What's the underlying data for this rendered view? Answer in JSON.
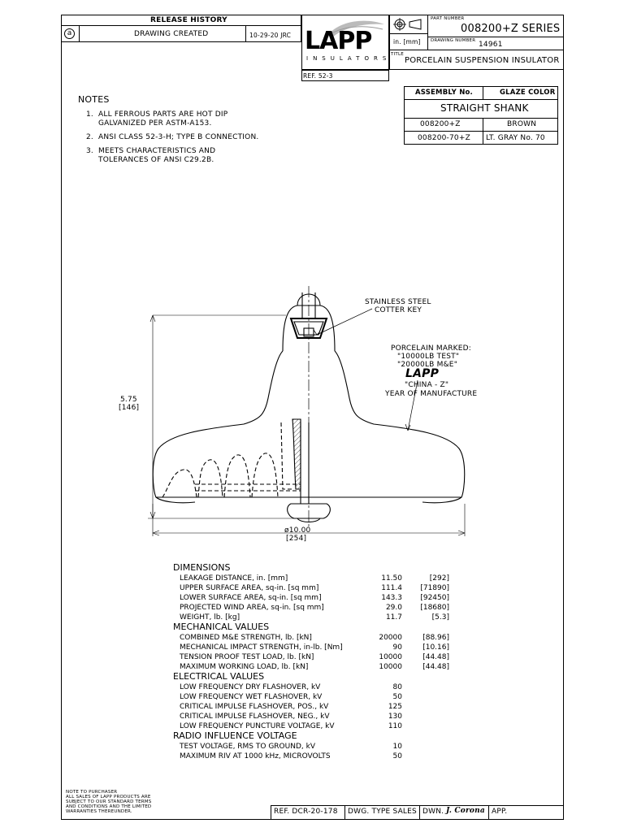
{
  "release_history": {
    "title": "RELEASE HISTORY",
    "rev": "a",
    "description": "DRAWING CREATED",
    "date_by": "10-29-20 JRC"
  },
  "logo": {
    "name": "LAPP",
    "sub": "INSULATORS"
  },
  "ref_block": "52-3",
  "title_block": {
    "part_number_label": "PART NUMBER",
    "part_number": "008200+Z SERIES",
    "units": "in. [mm]",
    "drawing_number_label": "DRAWING NUMBER",
    "drawing_number": "14961",
    "title_label": "TITLE",
    "title": "PORCELAIN SUSPENSION INSULATOR"
  },
  "notes": {
    "heading": "NOTES",
    "items": [
      {
        "num": "1.",
        "lines": [
          "ALL FERROUS PARTS ARE HOT DIP",
          "GALVANIZED PER ASTM-A153."
        ]
      },
      {
        "num": "2.",
        "lines": [
          "ANSI CLASS 52-3-H; TYPE B CONNECTION."
        ]
      },
      {
        "num": "3.",
        "lines": [
          "MEETS CHARACTERISTICS AND",
          "TOLERANCES OF ANSI C29.2B."
        ]
      }
    ]
  },
  "assembly_table": {
    "col1": "ASSEMBLY No.",
    "col2": "GLAZE COLOR",
    "subheading": "STRAIGHT SHANK",
    "rows": [
      {
        "assembly": "008200+Z",
        "glaze": "BROWN"
      },
      {
        "assembly": "008200-70+Z",
        "glaze": "LT. GRAY No. 70"
      }
    ]
  },
  "drawing": {
    "callout_key": [
      "STAINLESS STEEL",
      "COTTER KEY"
    ],
    "callout_marking": [
      "PORCELAIN MARKED:",
      "\"10000LB TEST\"",
      "\"20000LB M&E\""
    ],
    "marking_logo": "LAPP",
    "callout_marking2": [
      "\"CHINA - Z\"",
      "YEAR OF MANUFACTURE"
    ],
    "height_dim": [
      "5.75",
      "[146]"
    ],
    "diameter_dim": [
      "ø10.00",
      "[254]"
    ]
  },
  "specs": [
    {
      "heading": "DIMENSIONS",
      "rows": [
        {
          "label": "LEAKAGE DISTANCE, in. [mm]",
          "v1": "11.50",
          "v2": "[292]"
        },
        {
          "label": "UPPER SURFACE AREA, sq-in. [sq mm]",
          "v1": "111.4",
          "v2": "[71890]"
        },
        {
          "label": "LOWER SURFACE AREA, sq-in. [sq mm]",
          "v1": "143.3",
          "v2": "[92450]"
        },
        {
          "label": "PROJECTED WIND AREA, sq-in. [sq mm]",
          "v1": "29.0",
          "v2": "[18680]"
        },
        {
          "label": "WEIGHT, lb. [kg]",
          "v1": "11.7",
          "v2": "[5.3]"
        }
      ]
    },
    {
      "heading": "MECHANICAL VALUES",
      "rows": [
        {
          "label": "COMBINED M&E STRENGTH, lb. [kN]",
          "v1": "20000",
          "v2": "[88.96]"
        },
        {
          "label": "MECHANICAL IMPACT STRENGTH, in-lb. [Nm]",
          "v1": "90",
          "v2": "[10.16]"
        },
        {
          "label": "TENSION PROOF TEST LOAD, lb. [kN]",
          "v1": "10000",
          "v2": "[44.48]"
        },
        {
          "label": "MAXIMUM WORKING LOAD, lb. [kN]",
          "v1": "10000",
          "v2": "[44.48]"
        }
      ]
    },
    {
      "heading": "ELECTRICAL VALUES",
      "rows": [
        {
          "label": "LOW FREQUENCY DRY FLASHOVER, kV",
          "v1": "80",
          "v2": ""
        },
        {
          "label": "LOW FREQUENCY WET FLASHOVER, kV",
          "v1": "50",
          "v2": ""
        },
        {
          "label": "CRITICAL IMPULSE FLASHOVER, POS., kV",
          "v1": "125",
          "v2": ""
        },
        {
          "label": "CRITICAL IMPULSE FLASHOVER, NEG., kV",
          "v1": "130",
          "v2": ""
        },
        {
          "label": "LOW FREQUENCY PUNCTURE VOLTAGE, kV",
          "v1": "110",
          "v2": ""
        }
      ]
    },
    {
      "heading": "RADIO INFLUENCE VOLTAGE",
      "rows": [
        {
          "label": "TEST VOLTAGE, RMS TO GROUND, kV",
          "v1": "10",
          "v2": ""
        },
        {
          "label": "MAXIMUM RIV AT 1000 kHz, MICROVOLTS",
          "v1": "50",
          "v2": ""
        }
      ]
    }
  ],
  "purchaser_note": [
    "NOTE TO PURCHASER",
    "ALL SALES OF LAPP PRODUCTS ARE",
    "SUBJECT TO OUR STANDARD TERMS",
    "AND CONDITIONS AND THE LIMITED",
    "WARRANTIES THEREUNDER."
  ],
  "footer": {
    "ref": "REF. DCR-20-178",
    "dwg_type": "DWG. TYPE  SALES",
    "dwn_label": "DWN.",
    "dwn_signature": "J. Corona",
    "app": "APP."
  }
}
